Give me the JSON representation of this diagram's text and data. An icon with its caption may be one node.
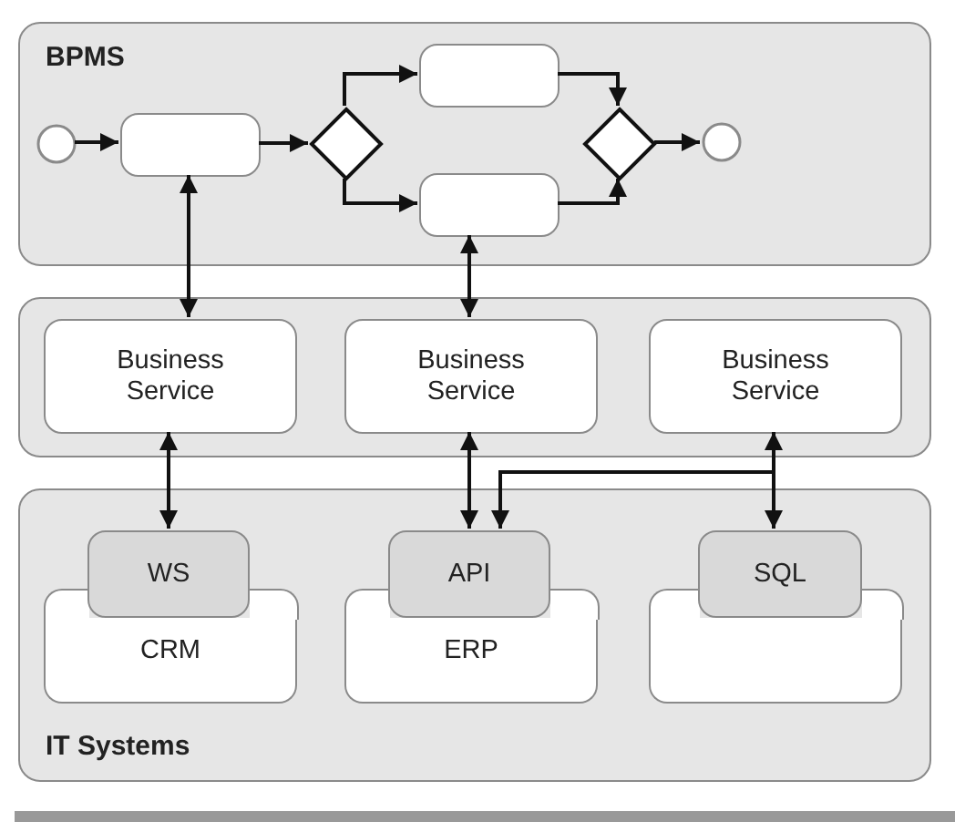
{
  "diagram": {
    "nodes": [
      {
        "text": [
          "BPMS"
        ]
      },
      {
        "text": [],
        "shape": "circle",
        "in": 0
      },
      {
        "text": [],
        "shape": "box",
        "in": 0
      },
      {
        "text": [],
        "shape": "diamond",
        "in": 0
      },
      {
        "text": [],
        "shape": "box",
        "in": 0
      },
      {
        "text": [],
        "shape": "box",
        "in": 0
      },
      {
        "text": [],
        "shape": "diamond",
        "in": 0
      },
      {
        "text": [],
        "shape": "circle",
        "in": 0
      },
      {
        "text": [],
        "shape": "box"
      },
      {
        "text": [
          "Business Service"
        ],
        "in": 8
      },
      {
        "text": [
          "Business Service"
        ],
        "in": 8
      },
      {
        "text": [
          "Business Service"
        ],
        "in": 8
      },
      {
        "text": [
          "IT Systems"
        ]
      },
      {
        "text": [
          "WS"
        ],
        "in": 12
      },
      {
        "text": [
          "CRM"
        ],
        "in": 12
      },
      {
        "text": [
          "API"
        ],
        "in": 12
      },
      {
        "text": [
          "ERP"
        ],
        "in": 12
      },
      {
        "text": [
          "SQL"
        ],
        "in": 12
      },
      {
        "text": [],
        "shape": "box",
        "in": 12
      }
    ],
    "edges": [
      {
        "from": 1,
        "to": 2,
        "arrow": "to"
      },
      {
        "from": 2,
        "to": 3,
        "arrow": "to"
      },
      {
        "from": 3,
        "to": 4,
        "arrow": "to"
      },
      {
        "from": 3,
        "to": 5,
        "arrow": "to"
      },
      {
        "from": 4,
        "to": 6,
        "arrow": "to"
      },
      {
        "from": 5,
        "to": 6,
        "arrow": "to"
      },
      {
        "from": 6,
        "to": 7,
        "arrow": "to"
      },
      {
        "from": 2,
        "to": 9,
        "arrow": "both"
      },
      {
        "from": 5,
        "to": 10,
        "arrow": "both"
      },
      {
        "from": 9,
        "to": 13,
        "arrow": "both"
      },
      {
        "from": 10,
        "to": 15,
        "arrow": "both"
      },
      {
        "from": 11,
        "to": 17,
        "arrow": "both"
      },
      {
        "from": 11,
        "to": 15,
        "arrow": "to"
      }
    ]
  }
}
